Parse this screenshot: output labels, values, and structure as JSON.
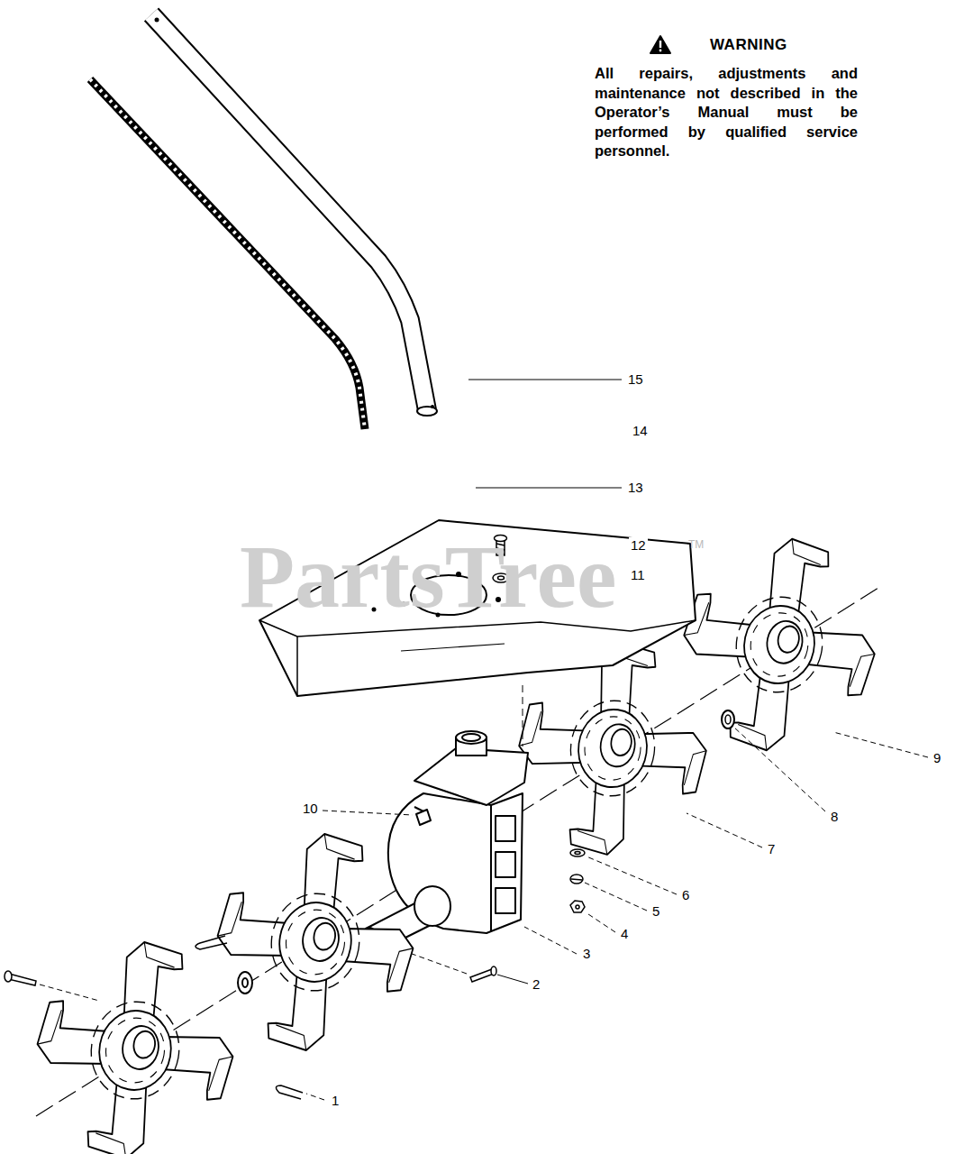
{
  "diagram": {
    "labels": [
      "WARNING",
      "All repairs, adjustments and maintenance not described in the Operator’s Manual must be performed by qualified service personnel.",
      "15",
      "14",
      "13",
      "12",
      "11",
      "10",
      "9",
      "8",
      "7",
      "6",
      "5",
      "4",
      "3",
      "2",
      "1",
      "PartsTree",
      "TM"
    ]
  }
}
